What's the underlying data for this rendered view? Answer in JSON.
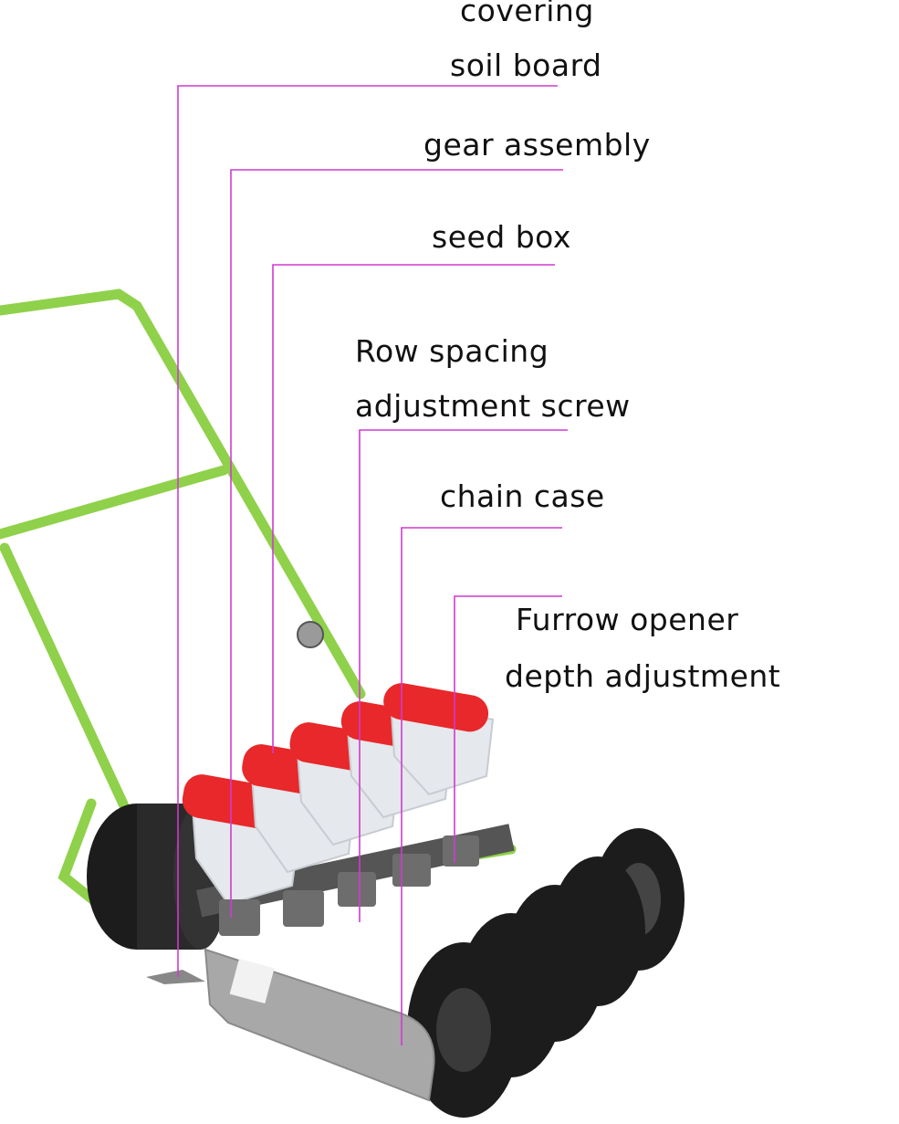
{
  "labels": {
    "covering": "covering",
    "soil_board": "soil board",
    "gear_assembly": "gear assembly",
    "seed_box": "seed box",
    "row_spacing_1": "Row spacing",
    "row_spacing_2": "adjustment screw",
    "chain_case": "chain case",
    "furrow_1": "Furrow opener",
    "furrow_2": "depth adjustment"
  },
  "colors": {
    "leader_line": "#d13ad1",
    "frame_green": "#8fd14a",
    "hopper_lid_red": "#e8282a",
    "wheel_black": "#1c1c1c",
    "metal_grey": "#a8a8a8"
  }
}
